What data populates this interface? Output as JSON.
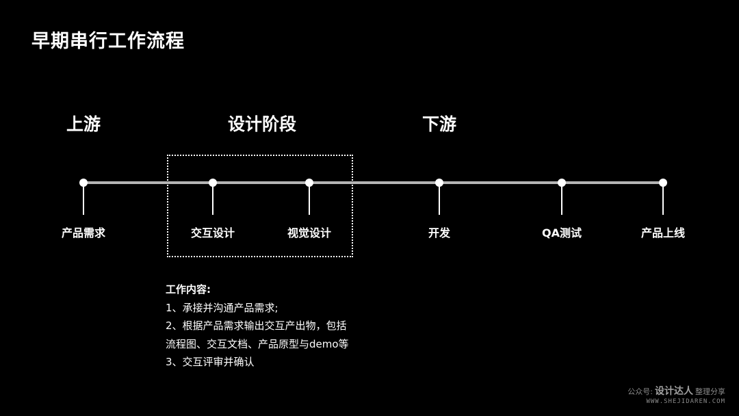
{
  "title": "早期串行工作流程",
  "stages": {
    "upstream": "上游",
    "design": "设计阶段",
    "downstream": "下游"
  },
  "steps": [
    {
      "label": "产品需求"
    },
    {
      "label": "交互设计"
    },
    {
      "label": "视觉设计"
    },
    {
      "label": "开发"
    },
    {
      "label": "QA测试"
    },
    {
      "label": "产品上线"
    }
  ],
  "work_content": {
    "title": "工作内容:",
    "lines": [
      "1、承接并沟通产品需求;",
      "2、根据产品需求输出交互产出物，包括",
      "流程图、交互文档、产品原型与demo等",
      "3、交互评审并确认"
    ]
  },
  "watermark": {
    "prefix": "公众号:",
    "brand": "设计达人",
    "suffix": "整理分享",
    "url": "WWW.SHEJIDAREN.COM"
  },
  "colors": {
    "background": "#000000",
    "text": "#ffffff",
    "timeline": "#b5b5b5",
    "watermark": "#8a8a8a"
  }
}
